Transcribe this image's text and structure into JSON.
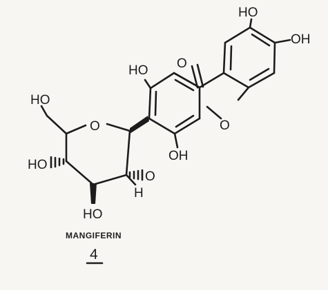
{
  "figure": {
    "compound_name": "MANGIFERIN",
    "compound_number": "4",
    "ink_color": "#1c1c1c",
    "background_color": "#f7f6f3",
    "atom_labels": {
      "xanthone_oh_upper": "HO",
      "xanthone_oh_right": "OH",
      "carbonyl_o": "O",
      "ring_o_xanthone": "O",
      "phenol_oh_upper_left": "HO",
      "phenol_oh_lower": "OH",
      "sugar_ch2_oh": "HO",
      "sugar_ring_o": "O",
      "sugar_oh_left": "HO",
      "sugar_oh_right": "O",
      "sugar_h": "H",
      "sugar_oh_bottom": "HO"
    }
  }
}
